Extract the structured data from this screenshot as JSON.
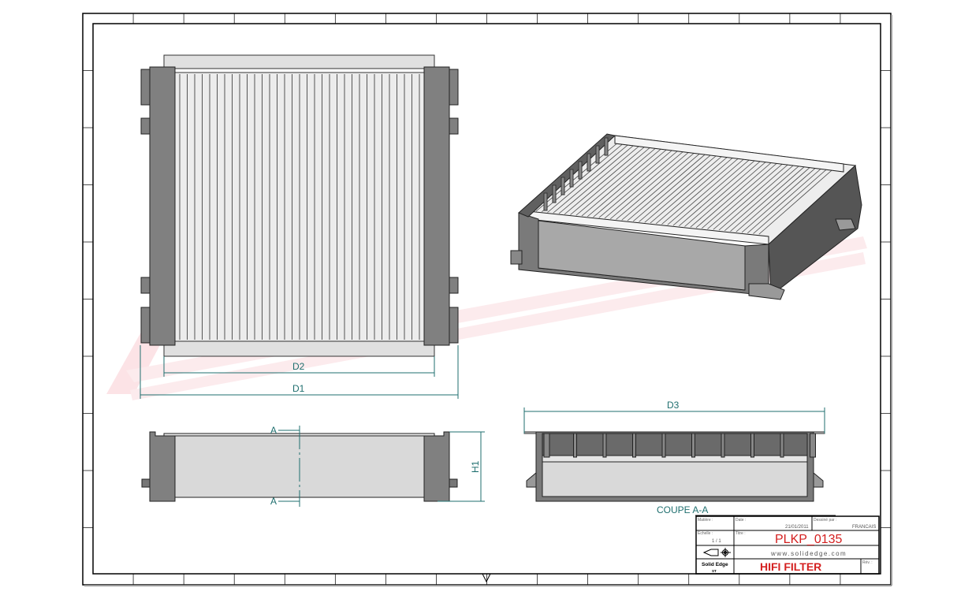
{
  "drawing": {
    "dimensions": {
      "d1": "D1",
      "d2": "D2",
      "d3": "D3",
      "h1": "H1"
    },
    "section_marker": "A",
    "section_label": "COUPE A-A"
  },
  "title_block": {
    "material_label": "Matière :",
    "date_label": "Date :",
    "date": "21/01/2011",
    "designer_label": "Dessiné par :",
    "language": "FRANCAIS",
    "scale_label": "Échelle :",
    "scale": "1 / 1",
    "title_label": "Titre :",
    "part_number": "PLKP_0135",
    "website": "www.solidedge.com",
    "software": "Solid Edge",
    "software_sub": "ST",
    "product_name": "HIFI FILTER",
    "revision_label": "Rév. :"
  },
  "colors": {
    "dimension": "#1f6f6f",
    "title_red": "#d42020",
    "frame_dark": "#808080",
    "panel_light": "#d9d9d9"
  }
}
